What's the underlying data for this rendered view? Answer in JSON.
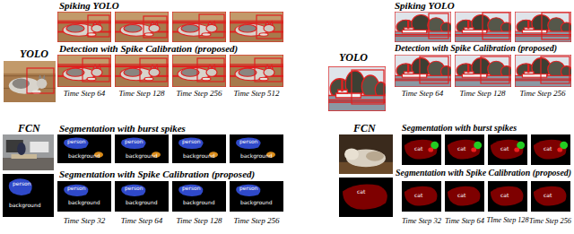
{
  "diagram": {
    "labels": [
      "YOLO",
      "Spiking YOLO",
      "Detection with Spike Calibration (proposed)",
      "Time Step 64",
      "Time Step 128",
      "Time Step 256",
      "Time Step 512",
      "YOLO",
      "Spiking YOLO",
      "Detection with Spike Calibration (proposed)",
      "Time Step 64",
      "Time Step 128",
      "Time Step 256",
      "FCN",
      "Segmentation with burst spikes",
      "Segmentation with Spike Calibration (proposed)",
      "Time Step 32",
      "Time Step 64",
      "Time Step 128",
      "Time Step 256",
      "FCN",
      "Segmentation with burst spikes",
      "Segmentation with Spike Calibration (proposed)",
      "Time Step 32",
      "Time Step 64",
      "TIme Step 128",
      "Time Step 256",
      "person",
      "background",
      "person",
      "background",
      "person",
      "background",
      "person",
      "background",
      "person",
      "background",
      "person",
      "background",
      "person",
      "background",
      "person",
      "background",
      "person",
      "background",
      "cat",
      "cat",
      "cat",
      "cat",
      "cat",
      "cat",
      "cat",
      "cat",
      "cat"
    ]
  }
}
